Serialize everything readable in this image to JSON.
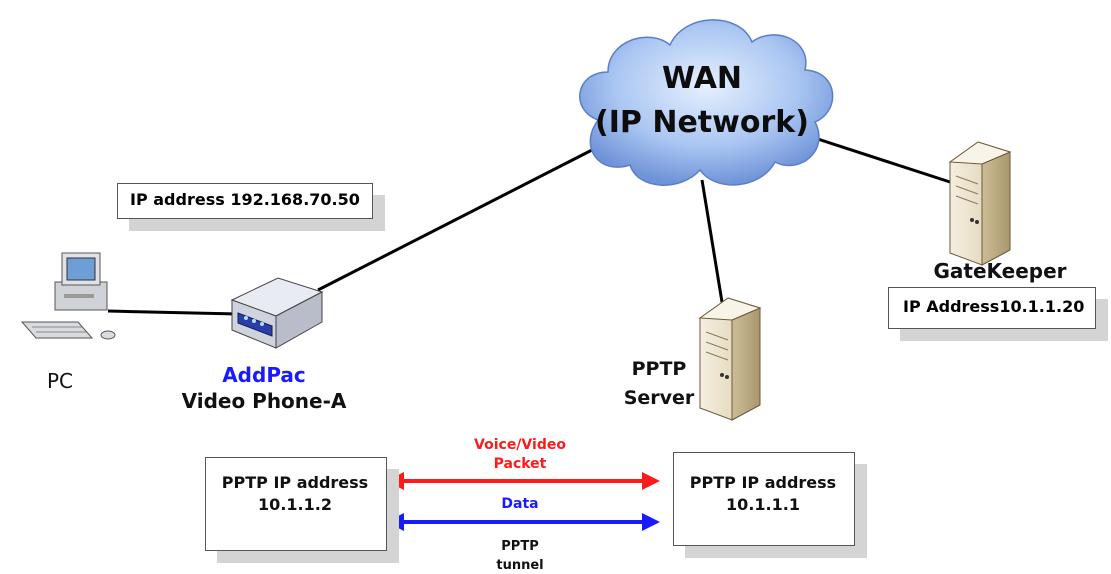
{
  "cloud": {
    "line1": "WAN",
    "line2": "(IP Network)"
  },
  "pc": {
    "label": "PC"
  },
  "video_phone": {
    "brand": "AddPac",
    "name": "Video Phone-A",
    "ip_label": "IP address 192.168.70.50"
  },
  "pptp_server": {
    "line1": "PPTP",
    "line2": "Server"
  },
  "gatekeeper": {
    "name": "GateKeeper",
    "ip_label": "IP Address10.1.1.20"
  },
  "pptp_left": {
    "line1": "PPTP IP address",
    "line2": "10.1.1.2"
  },
  "pptp_right": {
    "line1": "PPTP IP address",
    "line2": "10.1.1.1"
  },
  "arrows": {
    "voice_line1": "Voice/Video",
    "voice_line2": "Packet",
    "data": "Data",
    "tunnel_line1": "PPTP",
    "tunnel_line2": "tunnel"
  },
  "colors": {
    "voice": "#ff1a1a",
    "data": "#1a1aff",
    "brand": "#1a1aff"
  }
}
